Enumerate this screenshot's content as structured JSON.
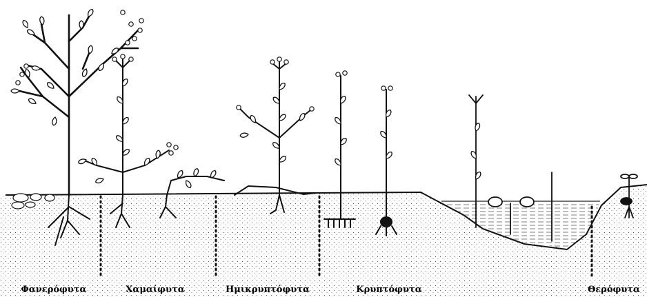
{
  "diagram": {
    "labels": {
      "phanerophytes": "Φανερόφυτα",
      "chamaephytes": "Χαμαίφυτα",
      "hemicryptophytes": "Ημικρυπτόφυτα",
      "cryptophytes": "Κρυπτόφυτα",
      "therophytes": "Θερόφυτα"
    },
    "colors": {
      "ink": "#111111",
      "soil_stipple": "#555555",
      "water_line": "#333333",
      "background": "#ffffff"
    }
  }
}
